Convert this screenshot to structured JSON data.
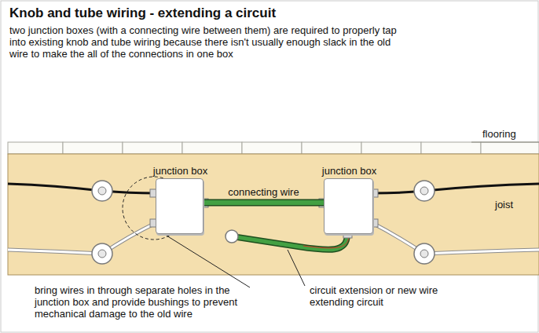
{
  "diagram": {
    "title": "Knob and tube wiring - extending a circuit",
    "nodes": [
      {
        "text": [
          "junction box"
        ]
      },
      {
        "text": [
          "junction box"
        ]
      }
    ],
    "edges": [
      {
        "from": 0,
        "to": 1,
        "arrow": "none",
        "label": "connecting wire"
      }
    ],
    "labels": [
      "two junction boxes (with a connecting wire between them) are required to properly tap into existing knob and tube wiring because there isn't usually enough slack in the old wire to make the all of the connections in one box",
      "flooring",
      "joist",
      "bring wires in through separate holes in the junction box and provide bushings to prevent mechanical damage to the old wire",
      "circuit extension or new wire extending circuit"
    ]
  }
}
